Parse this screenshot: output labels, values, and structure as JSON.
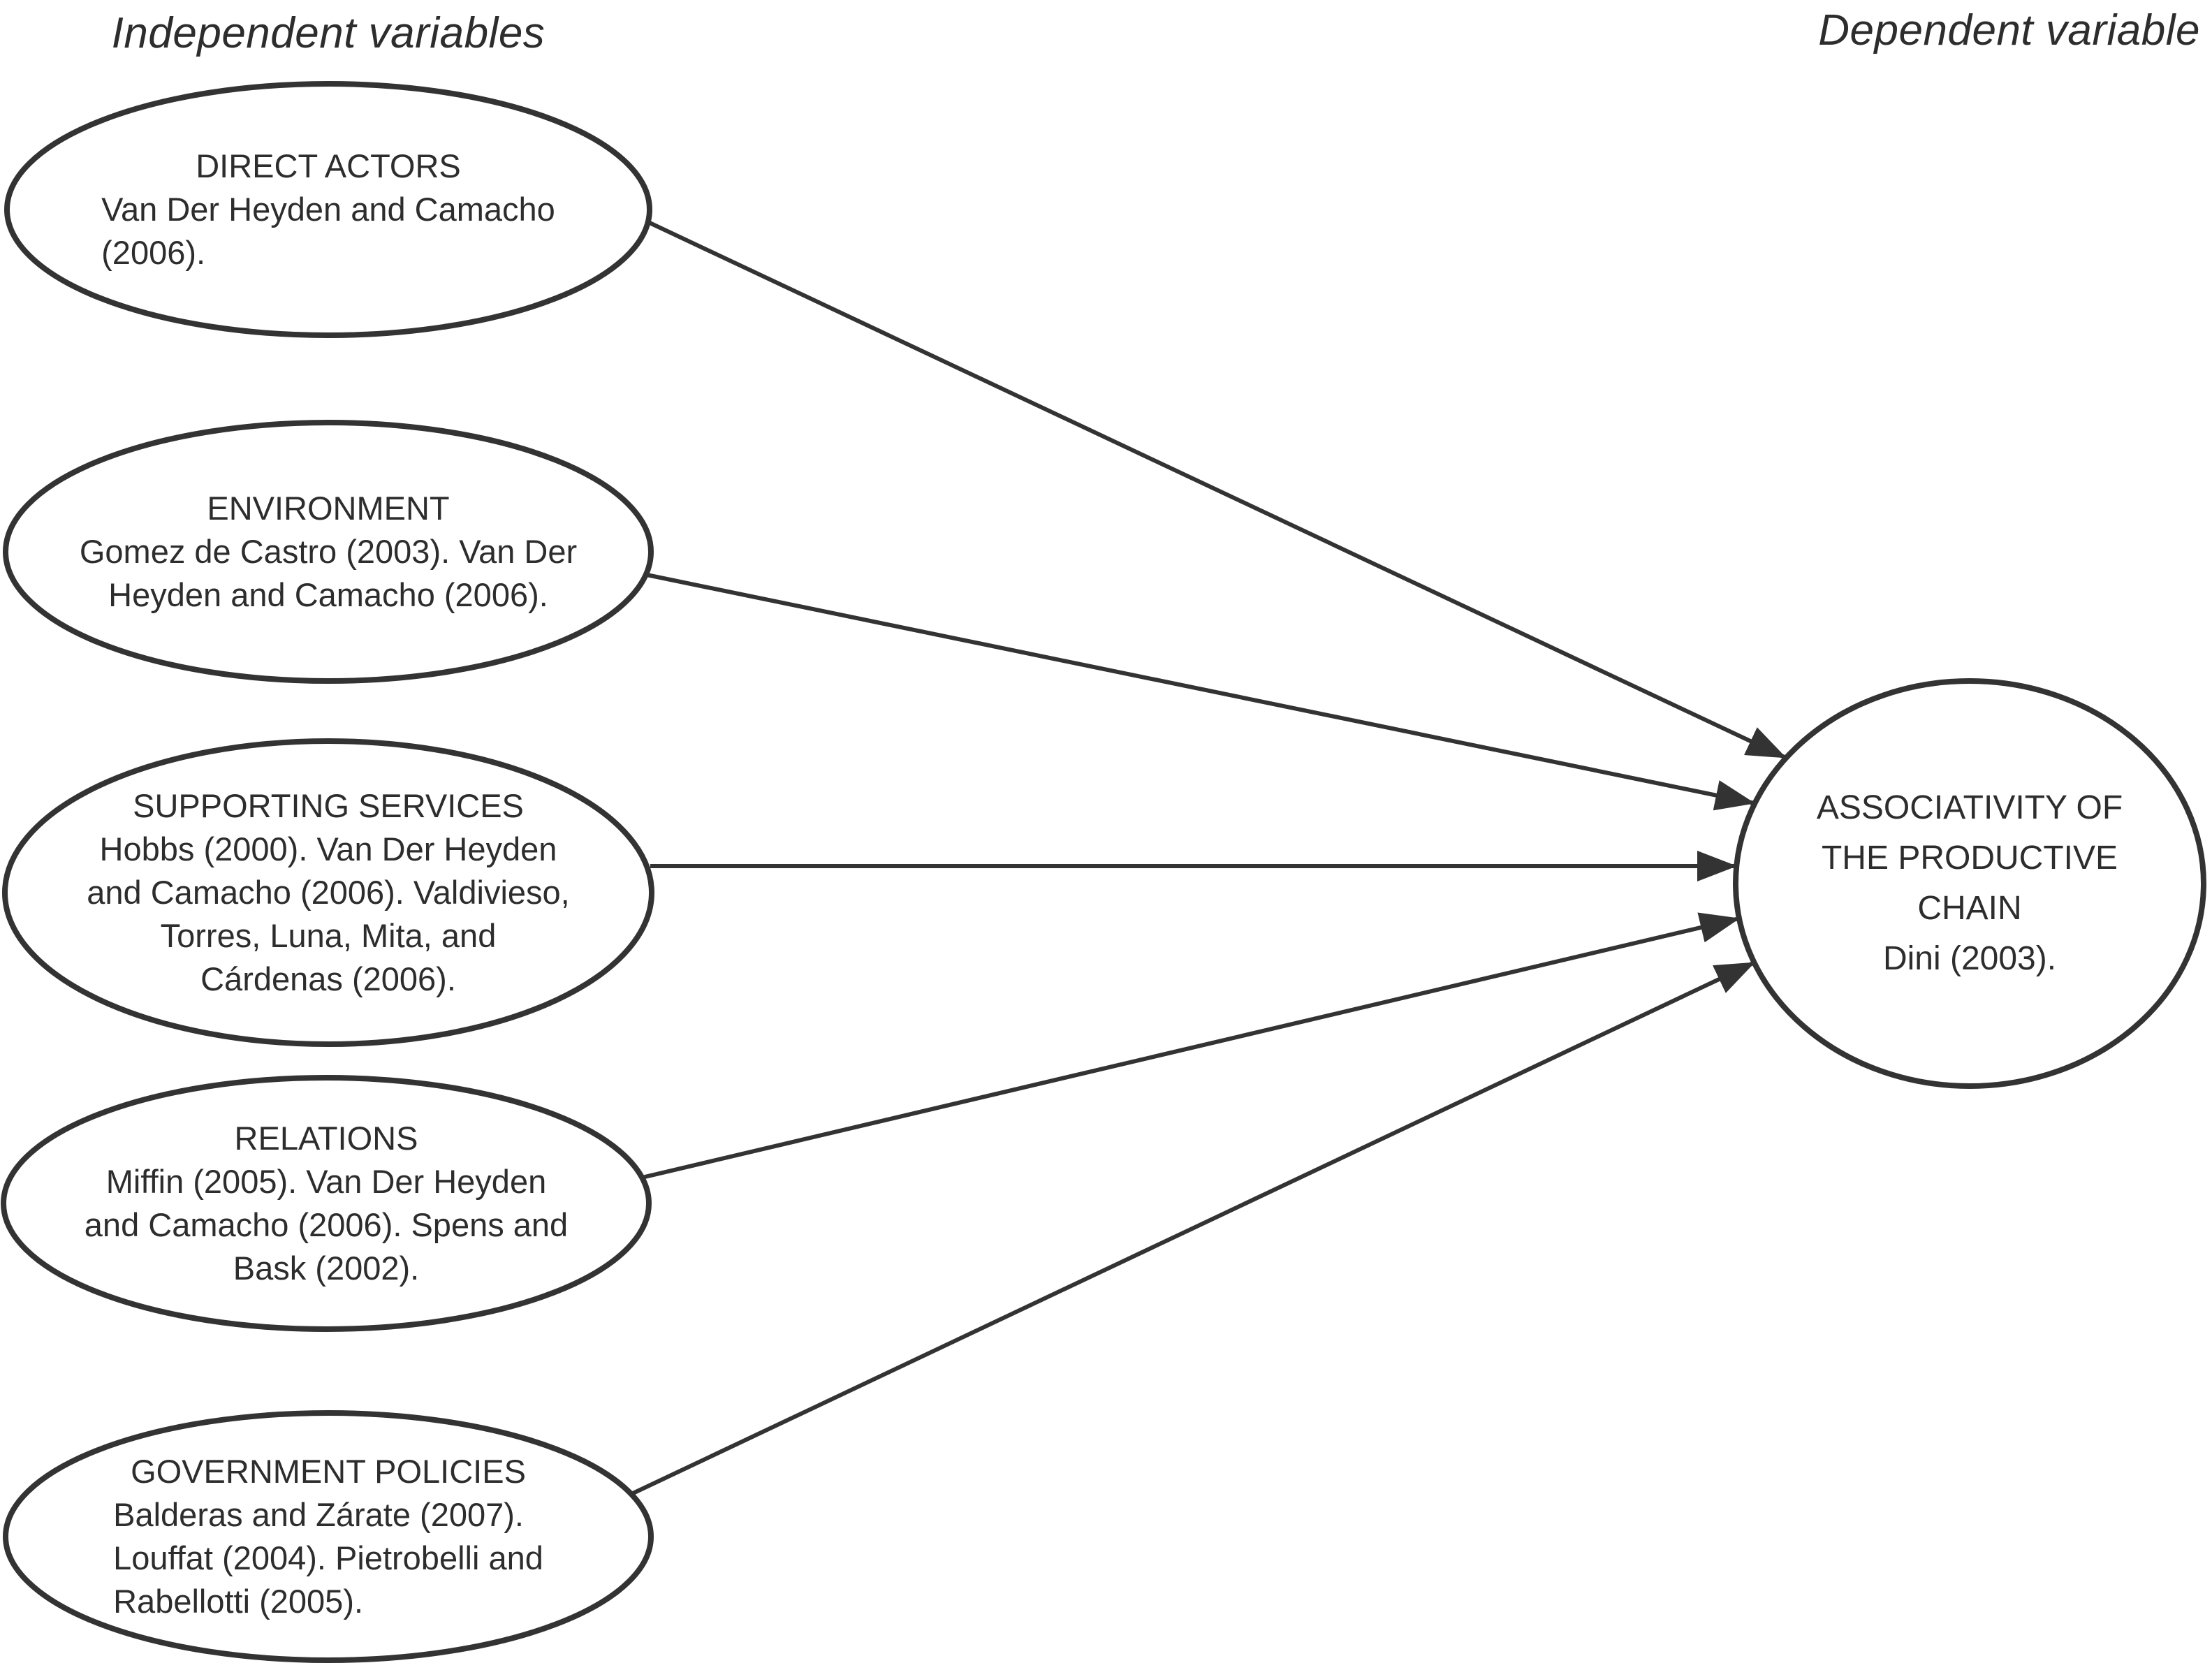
{
  "headers": {
    "independent": "Independent variables",
    "dependent": "Dependent variable"
  },
  "colors": {
    "stroke": "#333333",
    "text": "#2d2d2d",
    "bg": "#ffffff"
  },
  "independent_nodes": [
    {
      "title": "DIRECT ACTORS",
      "citation_lines": [
        "Van Der Heyden and Camacho",
        "(2006)."
      ]
    },
    {
      "title": "ENVIRONMENT",
      "citation_lines": [
        "Gomez de Castro (2003). Van Der",
        "Heyden and Camacho (2006)."
      ]
    },
    {
      "title": "SUPPORTING SERVICES",
      "citation_lines": [
        "Hobbs (2000). Van Der Heyden",
        "and Camacho (2006). Valdivieso,",
        "Torres, Luna, Mita, and",
        "Cárdenas (2006)."
      ]
    },
    {
      "title": "RELATIONS",
      "citation_lines": [
        "Miffin (2005). Van Der Heyden",
        "and Camacho (2006). Spens and",
        "Bask (2002)."
      ]
    },
    {
      "title": "GOVERNMENT POLICIES",
      "citation_lines": [
        "Balderas and Zárate (2007).",
        "Louffat (2004). Pietrobelli and",
        "Rabellotti (2005)."
      ]
    }
  ],
  "dependent_node": {
    "title_lines": [
      "ASSOCIATIVITY OF",
      "THE PRODUCTIVE",
      "CHAIN"
    ],
    "citation": "Dini (2003)."
  }
}
